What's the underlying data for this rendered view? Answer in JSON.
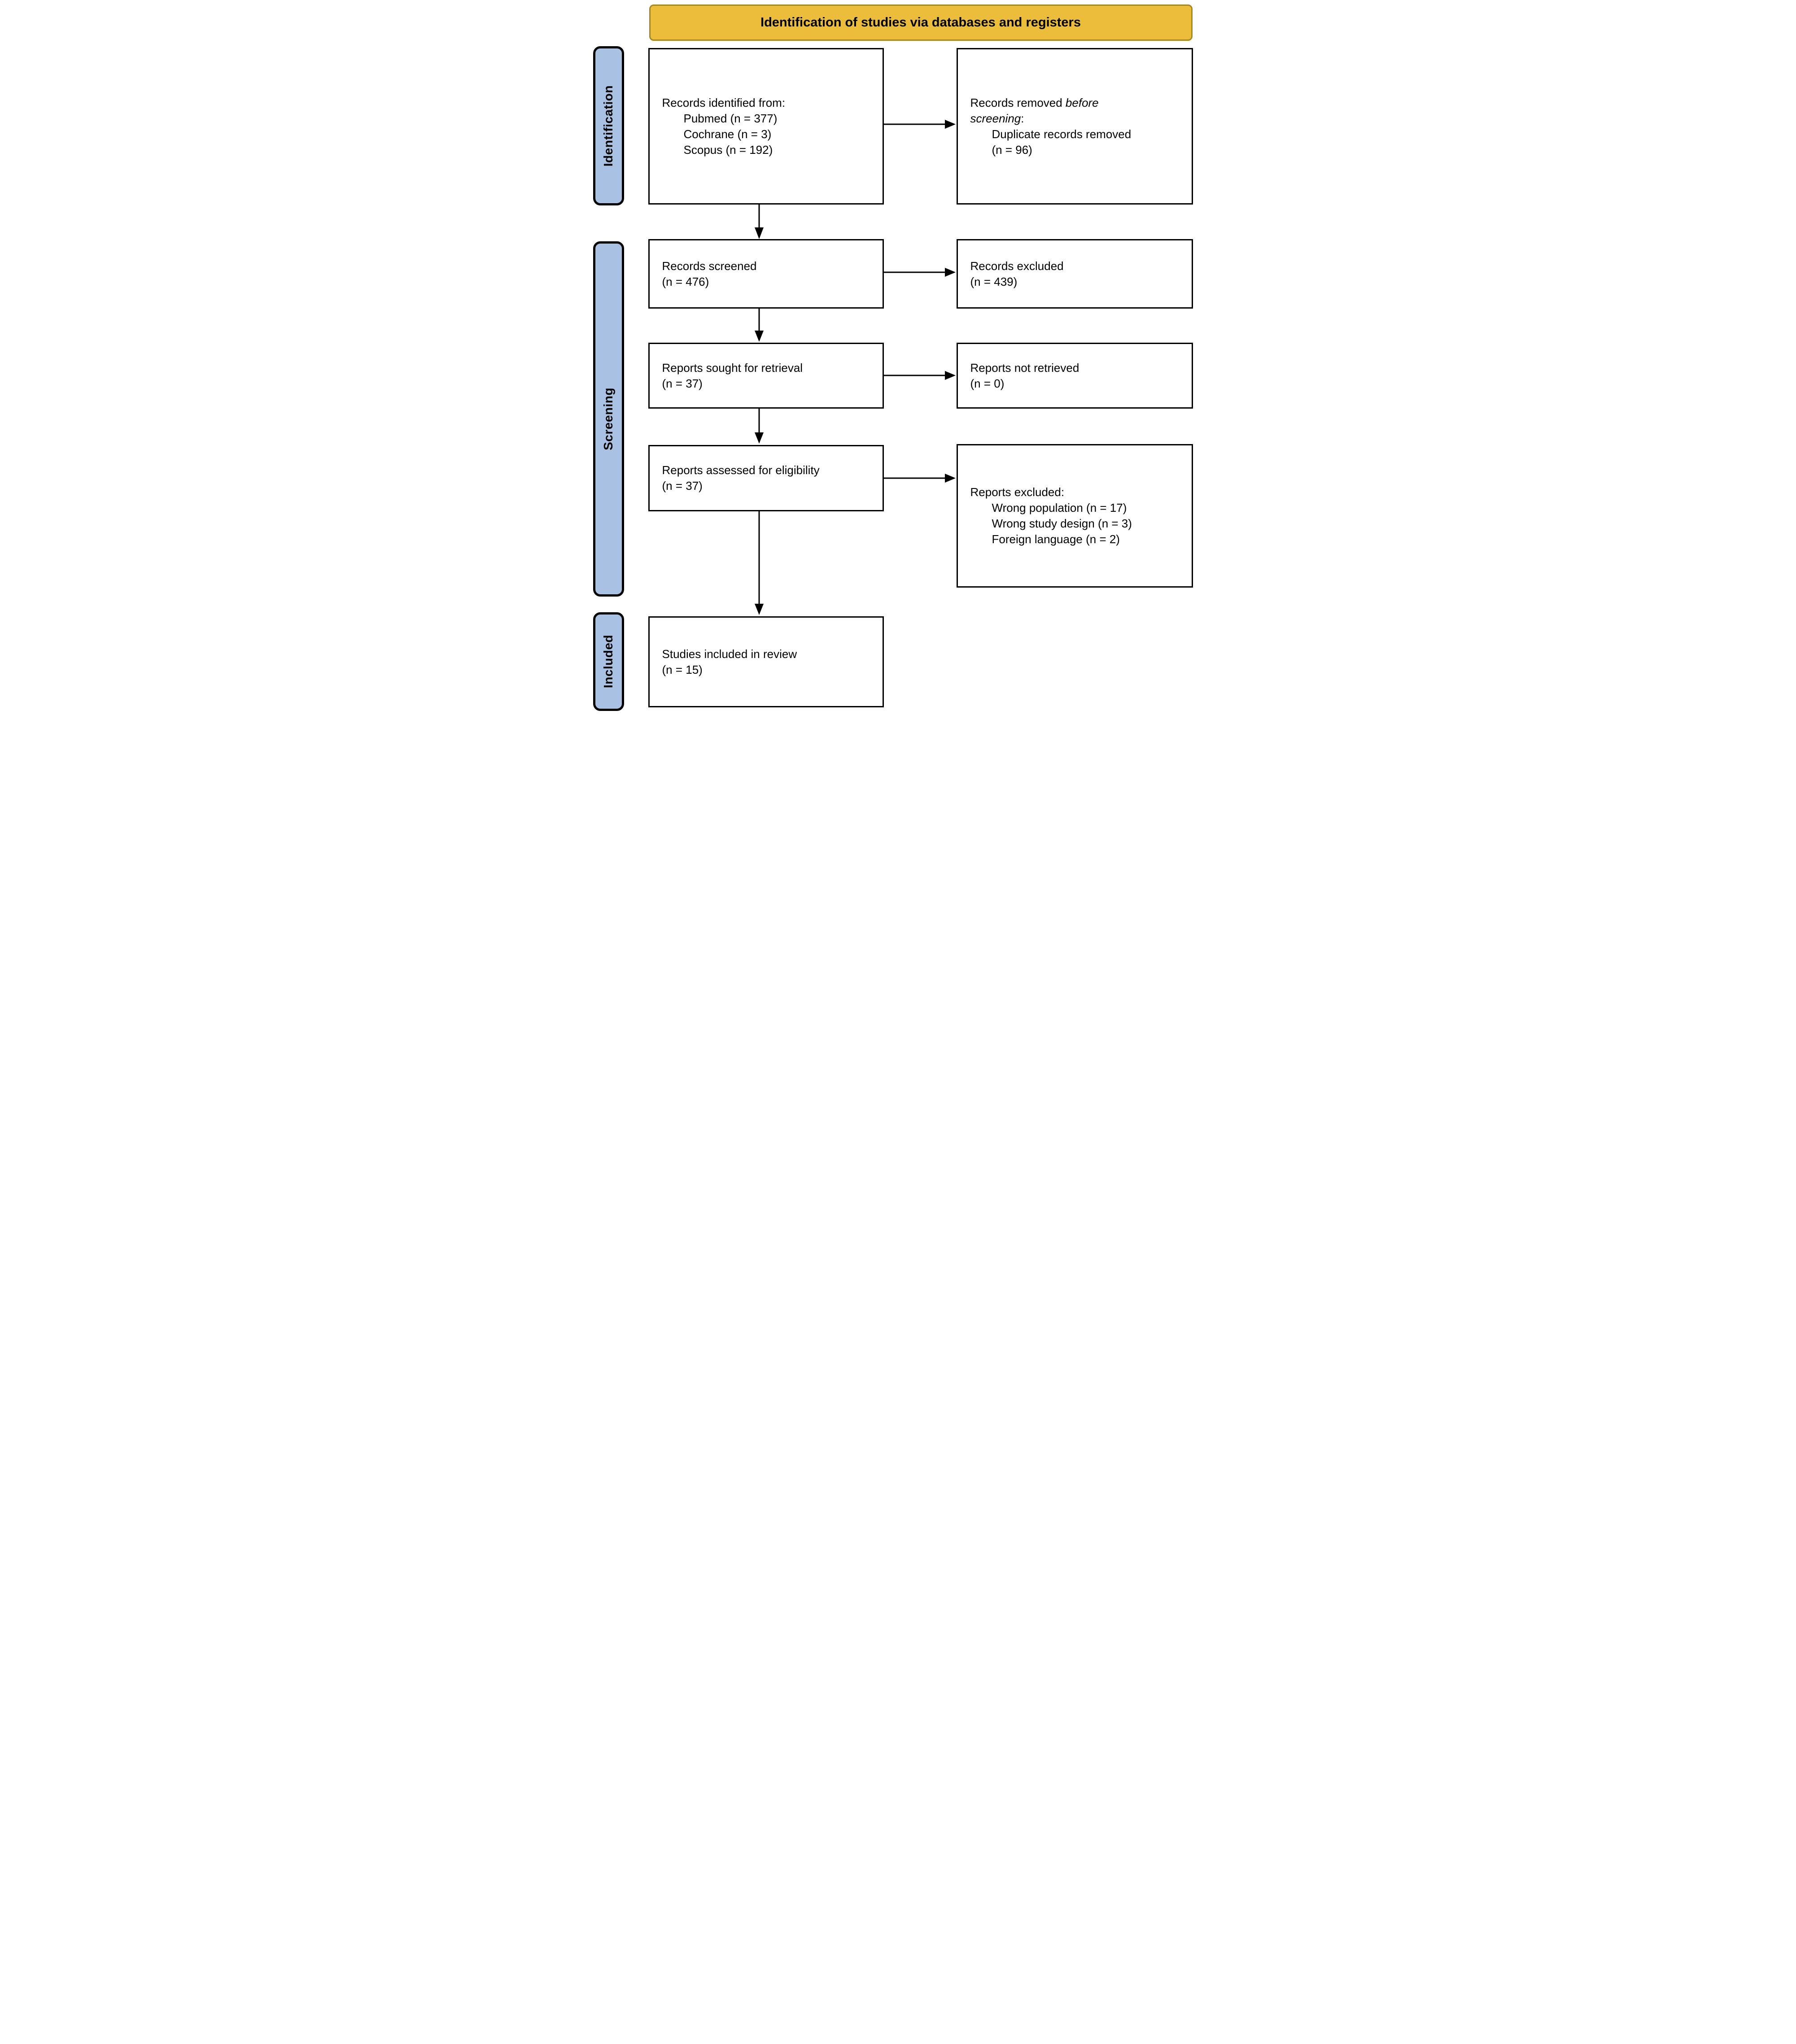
{
  "banner": {
    "title": "Identification of studies via databases and registers"
  },
  "stages": {
    "identification": "Identification",
    "screening": "Screening",
    "included": "Included"
  },
  "boxes": {
    "records_identified": {
      "header": "Records identified from:",
      "lines": [
        "Pubmed (n = 377)",
        "Cochrane (n = 3)",
        "Scopus (n = 192)"
      ]
    },
    "records_removed": {
      "line1_normal": "Records removed ",
      "line1_italic": "before",
      "line2_italic": "screening",
      "line2_suffix": ":",
      "sub": [
        "Duplicate records removed",
        "(n = 96)"
      ]
    },
    "records_screened": {
      "lines": [
        "Records screened",
        "(n = 476)"
      ]
    },
    "records_excluded": {
      "lines": [
        "Records excluded",
        "(n = 439)"
      ]
    },
    "reports_sought": {
      "lines": [
        "Reports sought for retrieval",
        "(n = 37)"
      ]
    },
    "reports_not_retrieved": {
      "lines": [
        "Reports not retrieved",
        "(n = 0)"
      ]
    },
    "reports_assessed": {
      "lines": [
        "Reports assessed for eligibility",
        "(n = 37)"
      ]
    },
    "reports_excluded": {
      "header": "Reports excluded:",
      "lines": [
        "Wrong population (n = 17)",
        "Wrong study design (n = 3)",
        "Foreign language (n = 2)"
      ]
    },
    "studies_included": {
      "lines": [
        "Studies included in review",
        "(n = 15)"
      ]
    }
  },
  "colors": {
    "banner_fill": "#ECBD3B",
    "banner_border": "#A8871F",
    "stage_fill": "#A9C1E3",
    "line_color": "#000000",
    "box_background": "#FFFFFF"
  }
}
